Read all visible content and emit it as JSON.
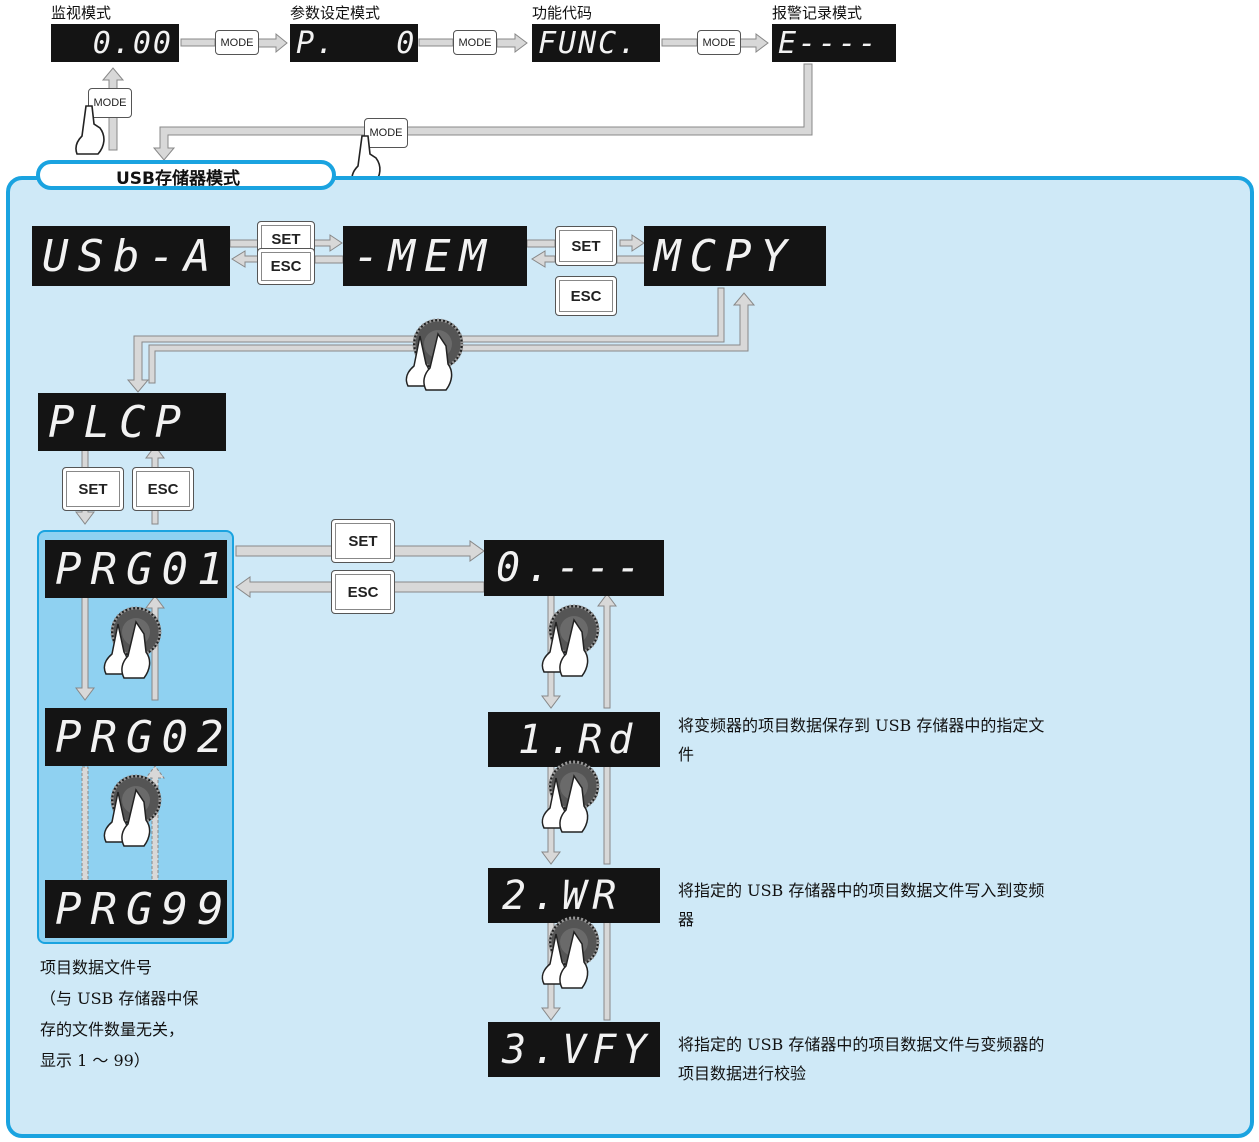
{
  "top": {
    "modes": [
      {
        "label": "监视模式",
        "display": "0.00"
      },
      {
        "label": "参数设定模式",
        "display": "P.   0"
      },
      {
        "label": "功能代码",
        "display": "FUNC."
      },
      {
        "label": "报警记录模式",
        "display": "E----"
      }
    ],
    "mode_button": "MODE"
  },
  "panel": {
    "title": "USB存储器模式",
    "displays": {
      "usb_a": "USb-A",
      "mem": "-MEM",
      "mcpy": "MCPY",
      "plcp": "PLCP",
      "prg01": "PRG01",
      "prg02": "PRG02",
      "prg99": "PRG99",
      "sel0": "0.---",
      "sel1": "1.Rd",
      "sel2": "2.WR",
      "sel3": "3.VFY"
    },
    "buttons": {
      "set": "SET",
      "esc": "ESC"
    },
    "descriptions": {
      "rd": [
        "将变频器的项目数据保存到 USB 存储器中的指定文",
        "件"
      ],
      "wr": [
        "将指定的 USB 存储器中的项目数据文件写入到变频",
        "器"
      ],
      "vfy": [
        "将指定的 USB 存储器中的项目数据文件与变频器的",
        "项目数据进行校验"
      ]
    },
    "file_note": [
      "项目数据文件号",
      "（与 USB 存储器中保",
      "存的文件数量无关，",
      "显示 1 ～ 99）"
    ]
  }
}
